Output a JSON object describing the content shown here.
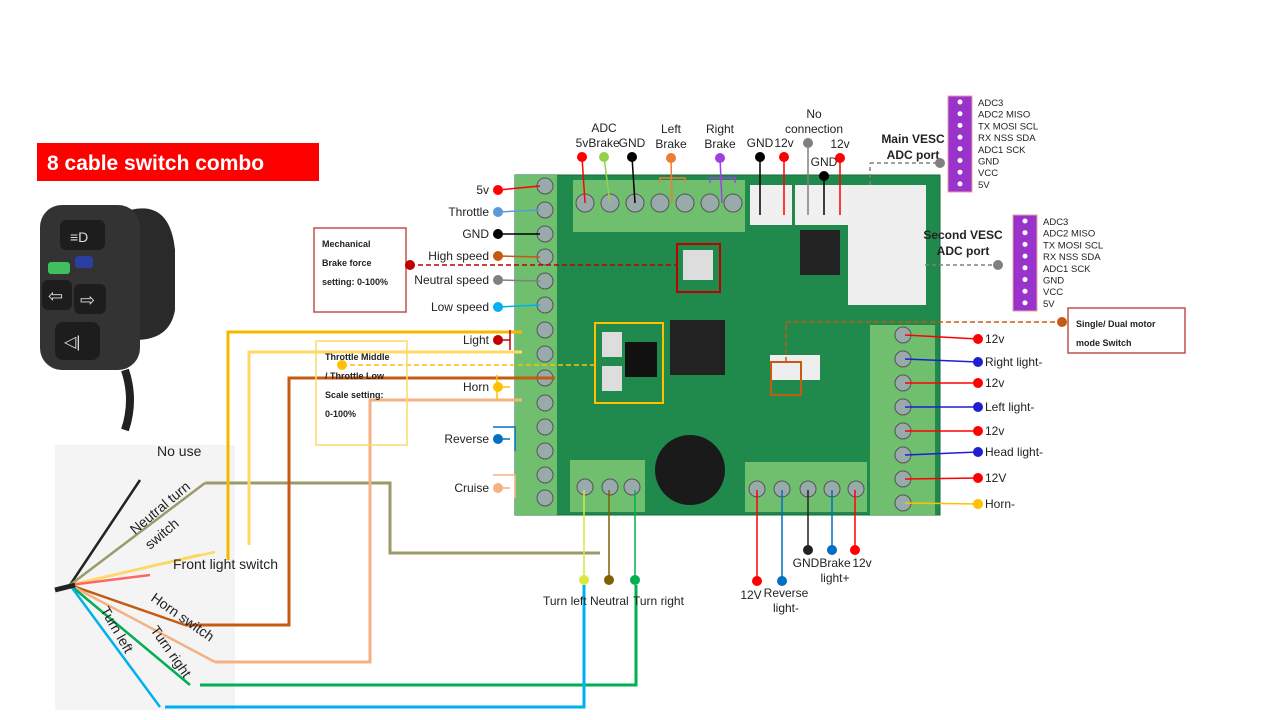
{
  "title": "8 cable switch combo",
  "colors": {
    "title_bg": "#ff0000",
    "board": "#1f8a4c",
    "terminal": "#6fbf6f",
    "vesc_port": "#9933cc"
  },
  "left_pins": [
    {
      "label": "5v",
      "color": "#ff0000"
    },
    {
      "label": "Throttle",
      "color": "#5b9bd5"
    },
    {
      "label": "GND",
      "color": "#000000"
    },
    {
      "label": "High speed",
      "color": "#c55a11"
    },
    {
      "label": "Neutral speed",
      "color": "#808080"
    },
    {
      "label": "Low speed",
      "color": "#00b0f0"
    },
    {
      "label": "Light",
      "color": "#c00000"
    },
    {
      "label": "Horn",
      "color": "#ffc000"
    },
    {
      "label": "Reverse",
      "color": "#0070c0"
    },
    {
      "label": "Cruise",
      "color": "#f4b183"
    }
  ],
  "right_pins": [
    {
      "label": "12v",
      "color": "#ff0000"
    },
    {
      "label": "Right light-",
      "color": "#1f1fd0"
    },
    {
      "label": "12v",
      "color": "#ff0000"
    },
    {
      "label": "Left light-",
      "color": "#1f1fd0"
    },
    {
      "label": "12v",
      "color": "#ff0000"
    },
    {
      "label": "Head light-",
      "color": "#1f1fd0"
    },
    {
      "label": "12V",
      "color": "#ff0000"
    },
    {
      "label": "Horn-",
      "color": "#ffc000"
    }
  ],
  "top_pins": [
    {
      "label": [
        "5v"
      ],
      "color": "#ff0000"
    },
    {
      "label": [
        "ADC",
        "Brake"
      ],
      "color": "#92d050"
    },
    {
      "label": [
        "GND"
      ],
      "color": "#000000"
    },
    {
      "label": [
        "Left",
        "Brake"
      ],
      "color": "#ed7d31"
    },
    {
      "label": [
        "Right",
        "Brake"
      ],
      "color": "#a040e0"
    },
    {
      "label": [
        "GND"
      ],
      "color": "#000000"
    },
    {
      "label": [
        "12v"
      ],
      "color": "#ff0000"
    },
    {
      "label": [
        "No",
        "connection"
      ],
      "color": "#808080"
    },
    {
      "label": [
        "GND"
      ],
      "color": "#000000"
    },
    {
      "label": [
        "12v"
      ],
      "color": "#ff0000"
    }
  ],
  "bottom_left_pins": [
    {
      "label": "Turn left",
      "color": "#d8e840"
    },
    {
      "label": "Neutral",
      "color": "#7f6000"
    },
    {
      "label": "Turn right",
      "color": "#00b050"
    }
  ],
  "bottom_right_pins": [
    {
      "label": [
        "12V"
      ],
      "color": "#ff0000"
    },
    {
      "label": [
        "Reverse",
        "light-"
      ],
      "color": "#0070c0"
    },
    {
      "label": [
        "GND"
      ],
      "color": "#222222"
    },
    {
      "label": [
        "Brake",
        "light+"
      ],
      "color": "#0070c0"
    },
    {
      "label": [
        "12v"
      ],
      "color": "#ff0000"
    }
  ],
  "main_vesc": {
    "title": [
      "Main VESC",
      "ADC port"
    ],
    "pins": [
      "ADC3",
      "ADC2 MISO",
      "TX MOSI SCL",
      "RX NSS SDA",
      "ADC1 SCK",
      "GND",
      "VCC",
      "5V"
    ]
  },
  "second_vesc": {
    "title": [
      "Second VESC",
      "ADC port"
    ],
    "pins": [
      "ADC3",
      "ADC2 MISO",
      "TX MOSI SCL",
      "RX NSS SDA",
      "ADC1 SCK",
      "GND",
      "VCC",
      "5V"
    ]
  },
  "notes": {
    "brake": [
      "Mechanical",
      "Brake force",
      "setting:  0-100%"
    ],
    "throttle": [
      "Throttle Middle",
      "/ Throttle Low",
      "Scale setting:",
      "0-100%"
    ],
    "motor_mode": [
      "Single/ Dual motor",
      "mode Switch"
    ]
  },
  "wire_labels": {
    "no_use": "No use",
    "neutral_turn": "Neutral  turn",
    "neutral_turn_2": "switch",
    "front_light": "Front light switch",
    "horn_switch": "Horn switch",
    "turn_right": "Turn right",
    "turn_left": "Turn left"
  }
}
